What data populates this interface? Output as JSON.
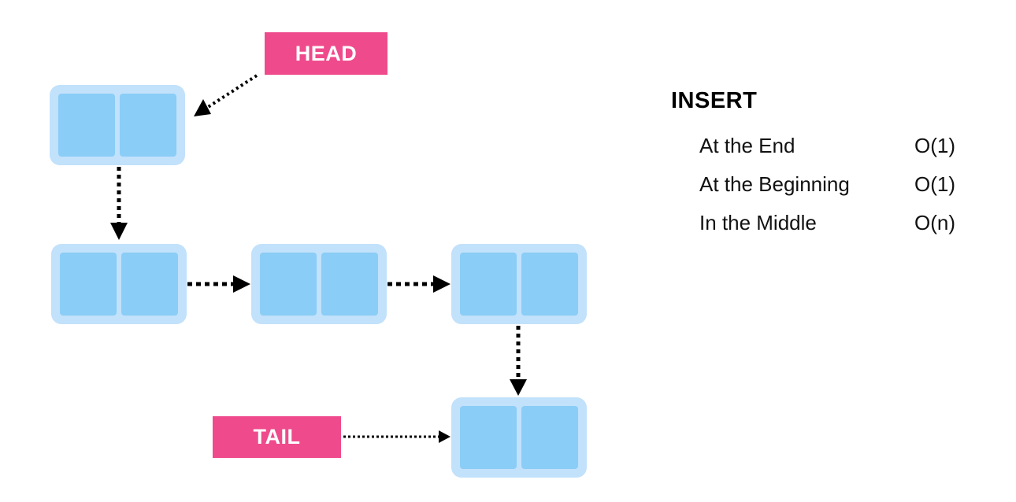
{
  "colors": {
    "node_border": "#c2e1fb",
    "node_cell": "#8acdf6",
    "label_bg": "#ef4b8c",
    "arrow": "#000000"
  },
  "labels": {
    "head": "HEAD",
    "tail": "TAIL"
  },
  "panel": {
    "title": "INSERT",
    "operations": [
      {
        "name": "At the End",
        "complexity": "O(1)"
      },
      {
        "name": "At the Beginning",
        "complexity": "O(1)"
      },
      {
        "name": "In the Middle",
        "complexity": "O(n)"
      }
    ]
  },
  "icons": {
    "arrow_head": "arrow-icon"
  }
}
